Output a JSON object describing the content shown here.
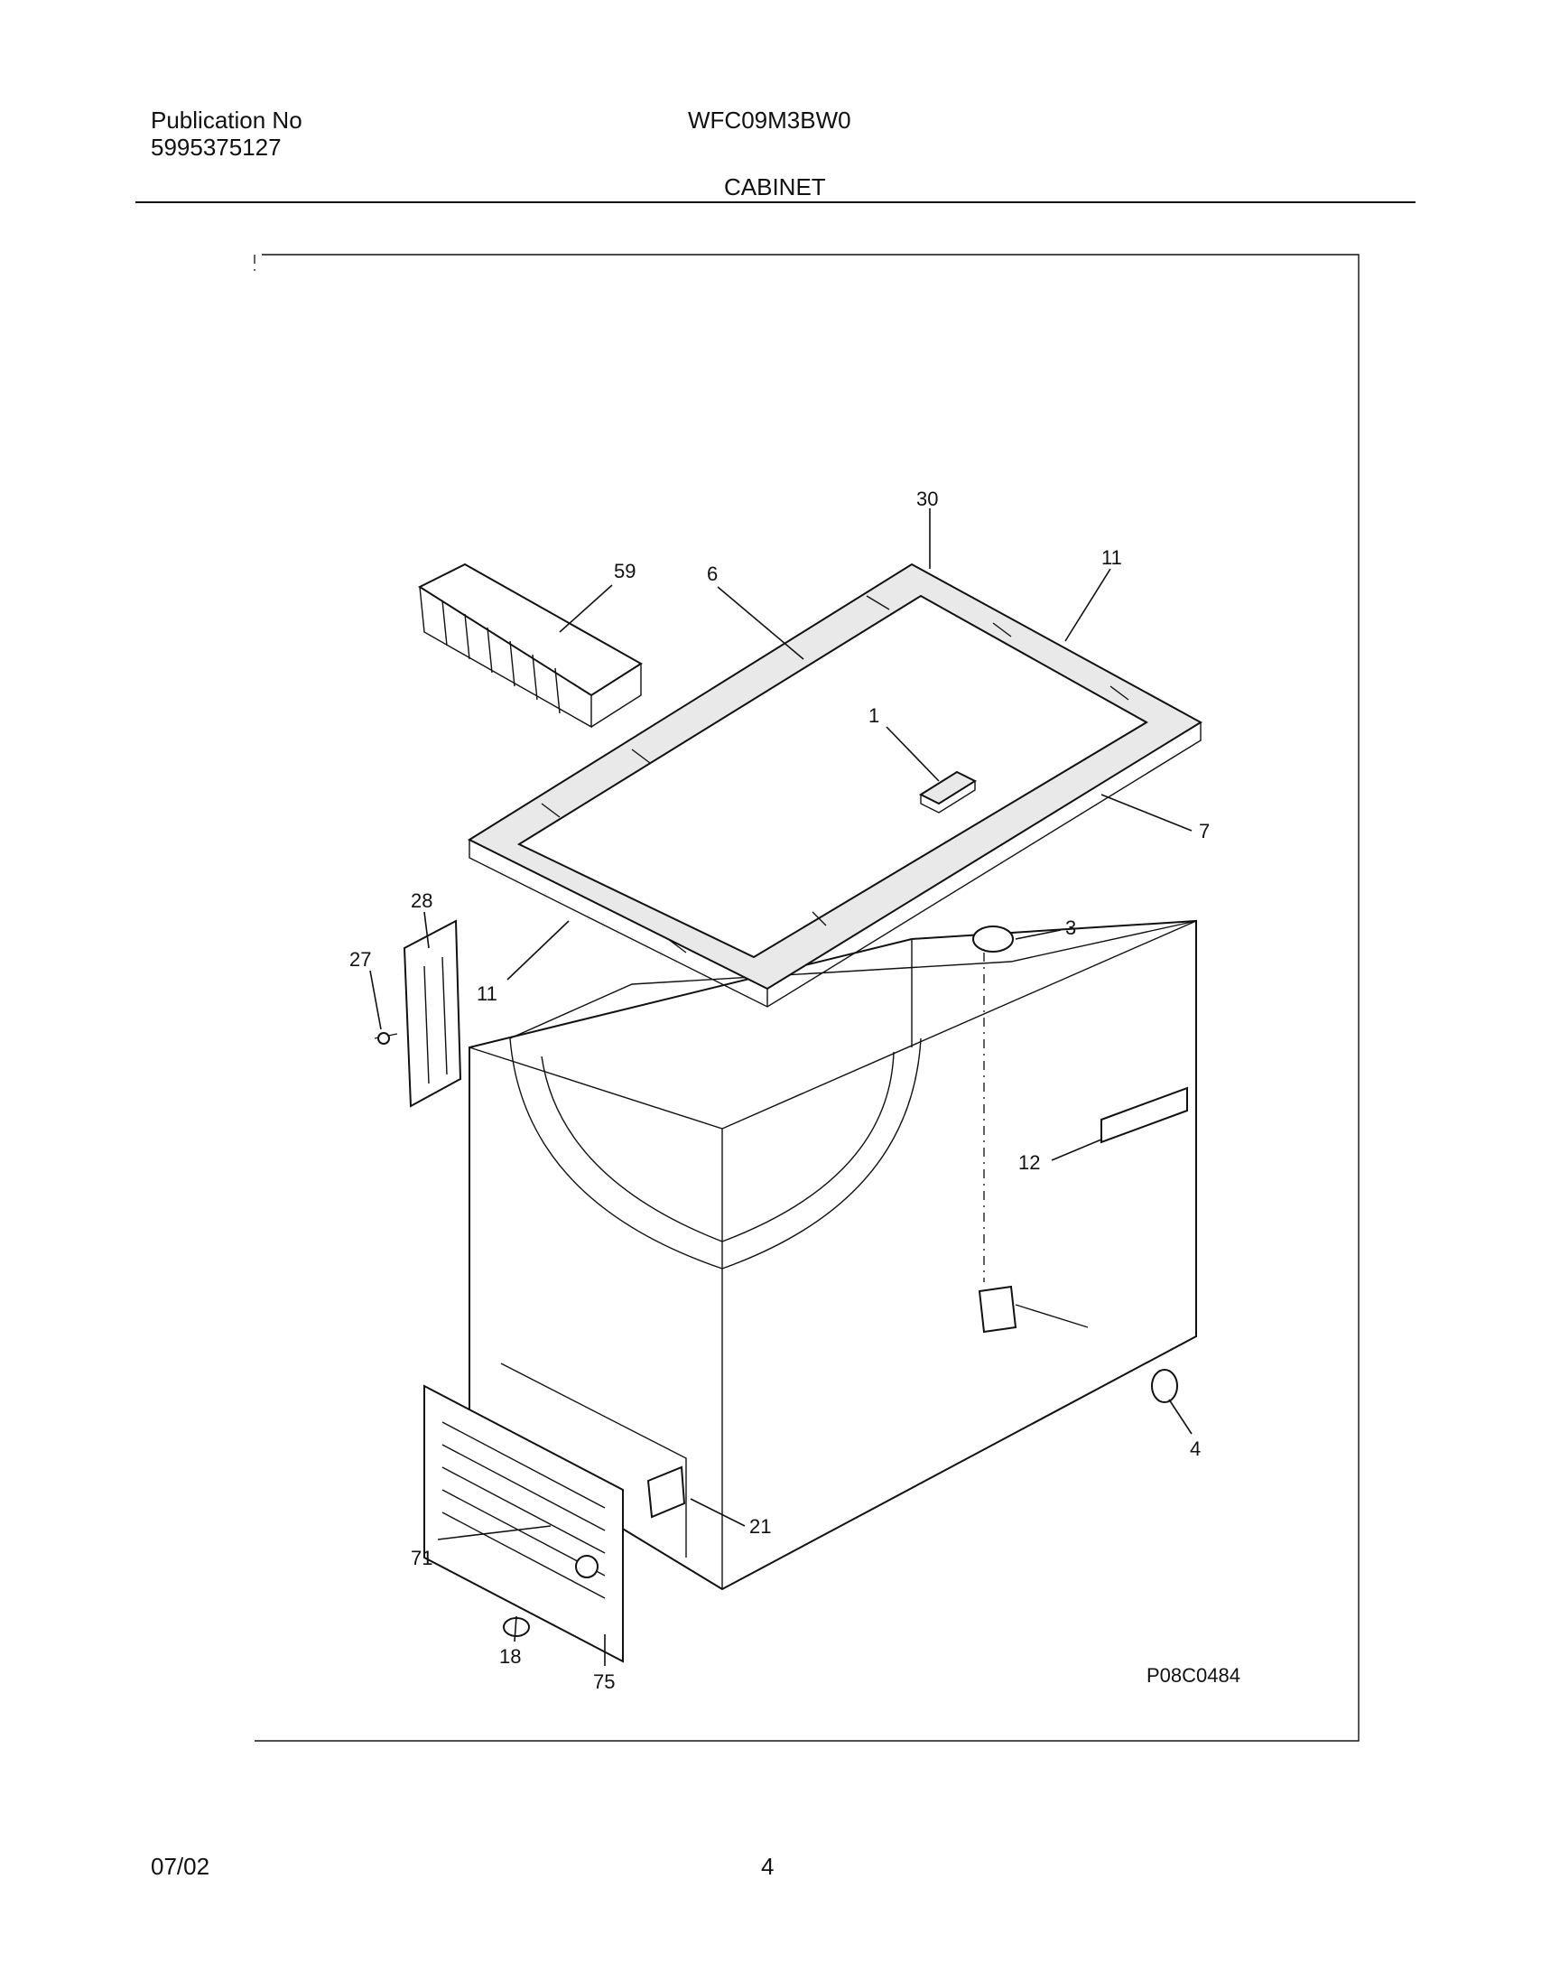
{
  "header": {
    "publication_label": "Publication No",
    "publication_number": "5995375127",
    "model": "WFC09M3BW0",
    "section_title": "CABINET"
  },
  "footer": {
    "date": "07/02",
    "page_number": "4"
  },
  "diagram": {
    "drawing_code": "P08C0484",
    "callouts": {
      "c1": "1",
      "c3": "3",
      "c4": "4",
      "c6": "6",
      "c7": "7",
      "c11a": "11",
      "c11b": "11",
      "c12": "12",
      "c18": "18",
      "c21": "21",
      "c27": "27",
      "c28": "28",
      "c30": "30",
      "c59": "59",
      "c71": "71",
      "c75": "75"
    }
  }
}
